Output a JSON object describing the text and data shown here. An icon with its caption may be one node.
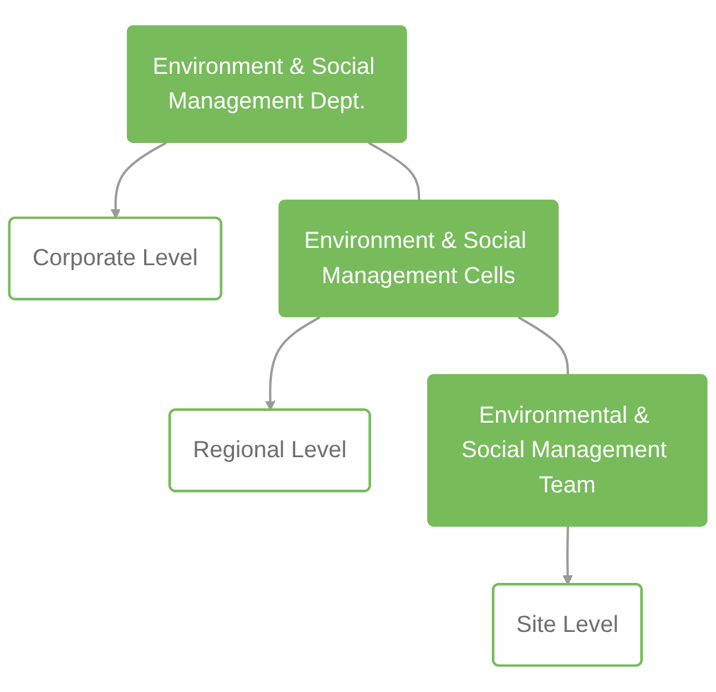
{
  "diagram": {
    "nodes": [
      {
        "text": [
          "Environment & Social Management Dept."
        ]
      },
      {
        "text": [
          "Corporate Level"
        ]
      },
      {
        "text": [
          "Environment & Social Management Cells"
        ]
      },
      {
        "text": [
          "Regional Level"
        ]
      },
      {
        "text": [
          "Environmental & Social Management Team"
        ]
      },
      {
        "text": [
          "Site Level"
        ]
      }
    ],
    "edges": [
      {
        "from": 0,
        "to": 1,
        "arrow": "to"
      },
      {
        "from": 0,
        "to": 2,
        "arrow": "none"
      },
      {
        "from": 2,
        "to": 3,
        "arrow": "to"
      },
      {
        "from": 2,
        "to": 4,
        "arrow": "none"
      },
      {
        "from": 4,
        "to": 5,
        "arrow": "to"
      }
    ]
  }
}
